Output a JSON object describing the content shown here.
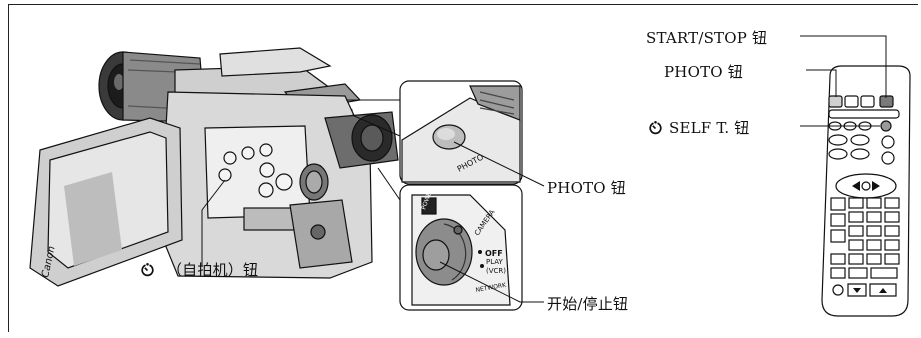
{
  "labels": {
    "start_stop": "START/STOP 钮",
    "photo_remote": "PHOTO 钮",
    "self_timer_remote_text": "SELF T. 钮",
    "photo_camera": "PHOTO 钮",
    "self_timer_camera_text": "（自拍机）钮",
    "start_stop_cn": "开始/停止钮"
  },
  "icons": {
    "self_timer": "self-timer-icon"
  },
  "camera_markings": {
    "brand": "Canon",
    "photo_key": "PHOTO",
    "power": "POWER",
    "camera": "CAMERA",
    "off": "OFF",
    "play": "PLAY",
    "vcr": "(VCR)",
    "network": "NETWORK"
  },
  "colors": {
    "line": "#111111",
    "body_light": "#e4e4e4",
    "body_mid": "#b8b8b8",
    "body_dark": "#4a4a4a"
  }
}
